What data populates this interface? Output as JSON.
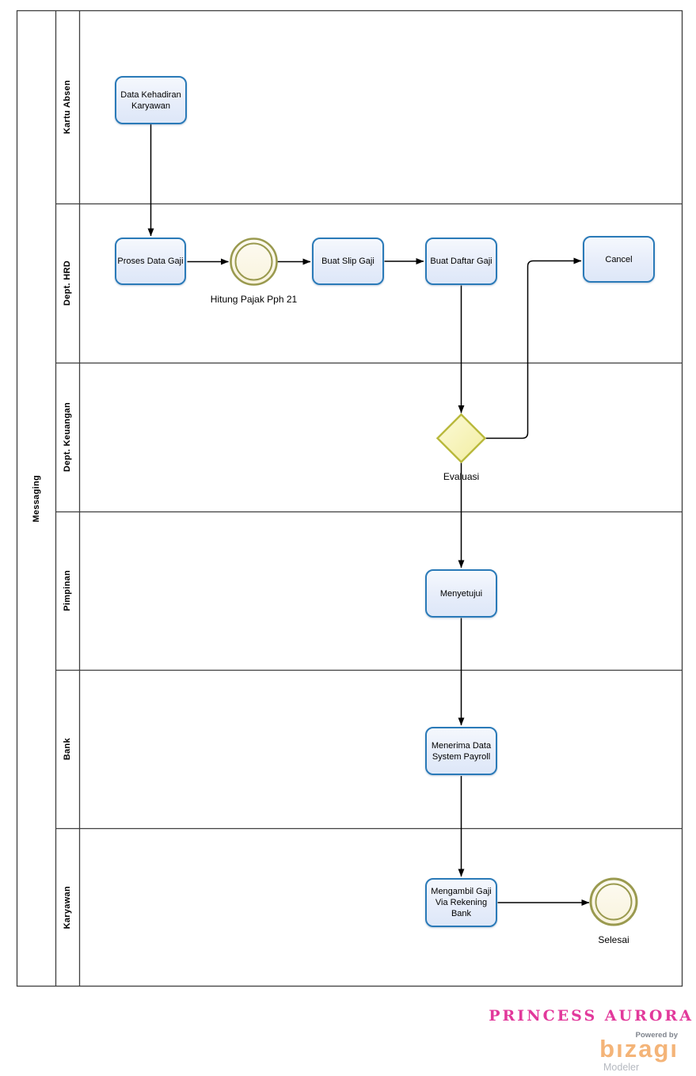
{
  "diagram": {
    "pool": {
      "label": "Messaging"
    },
    "lanes": [
      {
        "label": "Kartu Absen"
      },
      {
        "label": "Dept. HRD"
      },
      {
        "label": "Dept. Keuangan"
      },
      {
        "label": "Pimpinan"
      },
      {
        "label": "Bank"
      },
      {
        "label": "Karyawan"
      }
    ],
    "tasks": [
      {
        "label": "Data Kehadiran Karyawan",
        "lane": "Kartu Absen"
      },
      {
        "label": "Proses Data Gaji",
        "lane": "Dept. HRD"
      },
      {
        "label": "Buat Slip Gaji",
        "lane": "Dept. HRD"
      },
      {
        "label": "Buat Daftar Gaji",
        "lane": "Dept. HRD"
      },
      {
        "label": "Cancel",
        "lane": "Dept. HRD"
      },
      {
        "label": "Menyetujui",
        "lane": "Pimpinan"
      },
      {
        "label": "Menerima Data System Payroll",
        "lane": "Bank"
      },
      {
        "label": "Mengambil Gaji Via Rekening Bank",
        "lane": "Karyawan"
      }
    ],
    "events": [
      {
        "type": "intermediate",
        "label": "Hitung Pajak Pph 21",
        "lane": "Dept. HRD"
      },
      {
        "type": "end",
        "label": "Selesai",
        "lane": "Karyawan"
      }
    ],
    "gateways": [
      {
        "label": "Evaluasi",
        "lane": "Dept. Keuangan"
      }
    ],
    "colors": {
      "task_border": "#2a7ab8",
      "task_fill": "#e7edfa",
      "event_stroke": "#9a9a4f",
      "event_fill": "#fbf7e6",
      "gateway_stroke": "#b9b93c",
      "gateway_fill": "#f8f5bc",
      "connector": "#000000",
      "frame": "#3f3f3f",
      "watermark_pink": "#e2399b",
      "logo_orange": "#f4b478"
    }
  },
  "footer": {
    "watermark": "PRINCESS AURORA",
    "powered_by": "Powered by",
    "logo_text": "bızagı",
    "logo_subtext": "Modeler"
  }
}
